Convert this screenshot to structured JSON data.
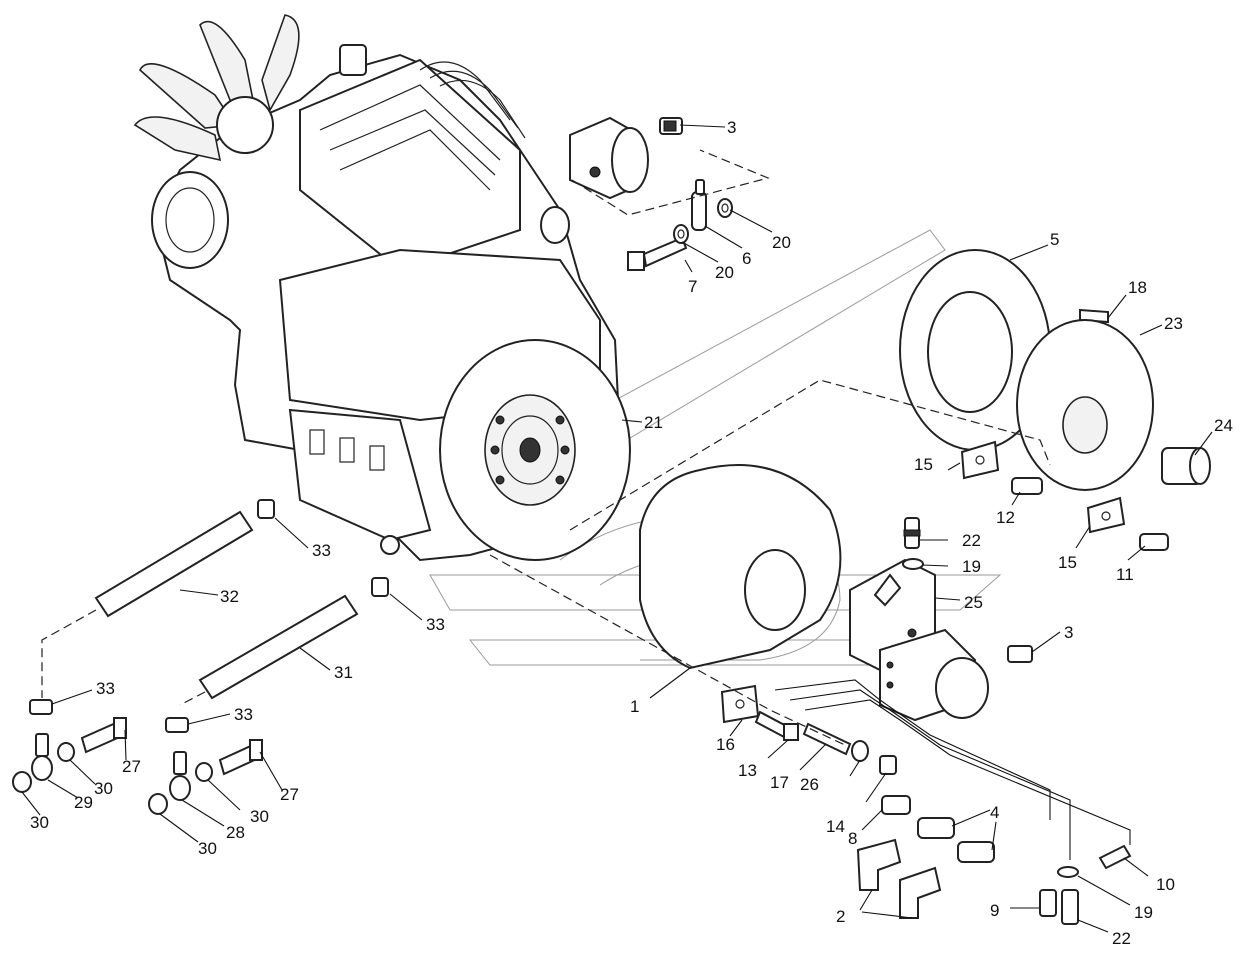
{
  "callouts": [
    {
      "id": "c1",
      "label": "1"
    },
    {
      "id": "c2",
      "label": "2"
    },
    {
      "id": "c3a",
      "label": "3"
    },
    {
      "id": "c3b",
      "label": "3"
    },
    {
      "id": "c4",
      "label": "4"
    },
    {
      "id": "c5",
      "label": "5"
    },
    {
      "id": "c6",
      "label": "6"
    },
    {
      "id": "c7",
      "label": "7"
    },
    {
      "id": "c8",
      "label": "8"
    },
    {
      "id": "c9",
      "label": "9"
    },
    {
      "id": "c10",
      "label": "10"
    },
    {
      "id": "c11",
      "label": "11"
    },
    {
      "id": "c12",
      "label": "12"
    },
    {
      "id": "c13",
      "label": "13"
    },
    {
      "id": "c14",
      "label": "14"
    },
    {
      "id": "c15a",
      "label": "15"
    },
    {
      "id": "c15b",
      "label": "15"
    },
    {
      "id": "c16",
      "label": "16"
    },
    {
      "id": "c17",
      "label": "17"
    },
    {
      "id": "c18",
      "label": "18"
    },
    {
      "id": "c19a",
      "label": "19"
    },
    {
      "id": "c19b",
      "label": "19"
    },
    {
      "id": "c20a",
      "label": "20"
    },
    {
      "id": "c20b",
      "label": "20"
    },
    {
      "id": "c21",
      "label": "21"
    },
    {
      "id": "c22a",
      "label": "22"
    },
    {
      "id": "c22b",
      "label": "22"
    },
    {
      "id": "c23",
      "label": "23"
    },
    {
      "id": "c24",
      "label": "24"
    },
    {
      "id": "c25",
      "label": "25"
    },
    {
      "id": "c26",
      "label": "26"
    },
    {
      "id": "c27a",
      "label": "27"
    },
    {
      "id": "c27b",
      "label": "27"
    },
    {
      "id": "c28",
      "label": "28"
    },
    {
      "id": "c29",
      "label": "29"
    },
    {
      "id": "c30a",
      "label": "30"
    },
    {
      "id": "c30b",
      "label": "30"
    },
    {
      "id": "c30c",
      "label": "30"
    },
    {
      "id": "c30d",
      "label": "30"
    },
    {
      "id": "c31",
      "label": "31"
    },
    {
      "id": "c32",
      "label": "32"
    },
    {
      "id": "c33a",
      "label": "33"
    },
    {
      "id": "c33b",
      "label": "33"
    },
    {
      "id": "c33c",
      "label": "33"
    },
    {
      "id": "c33d",
      "label": "33"
    }
  ]
}
